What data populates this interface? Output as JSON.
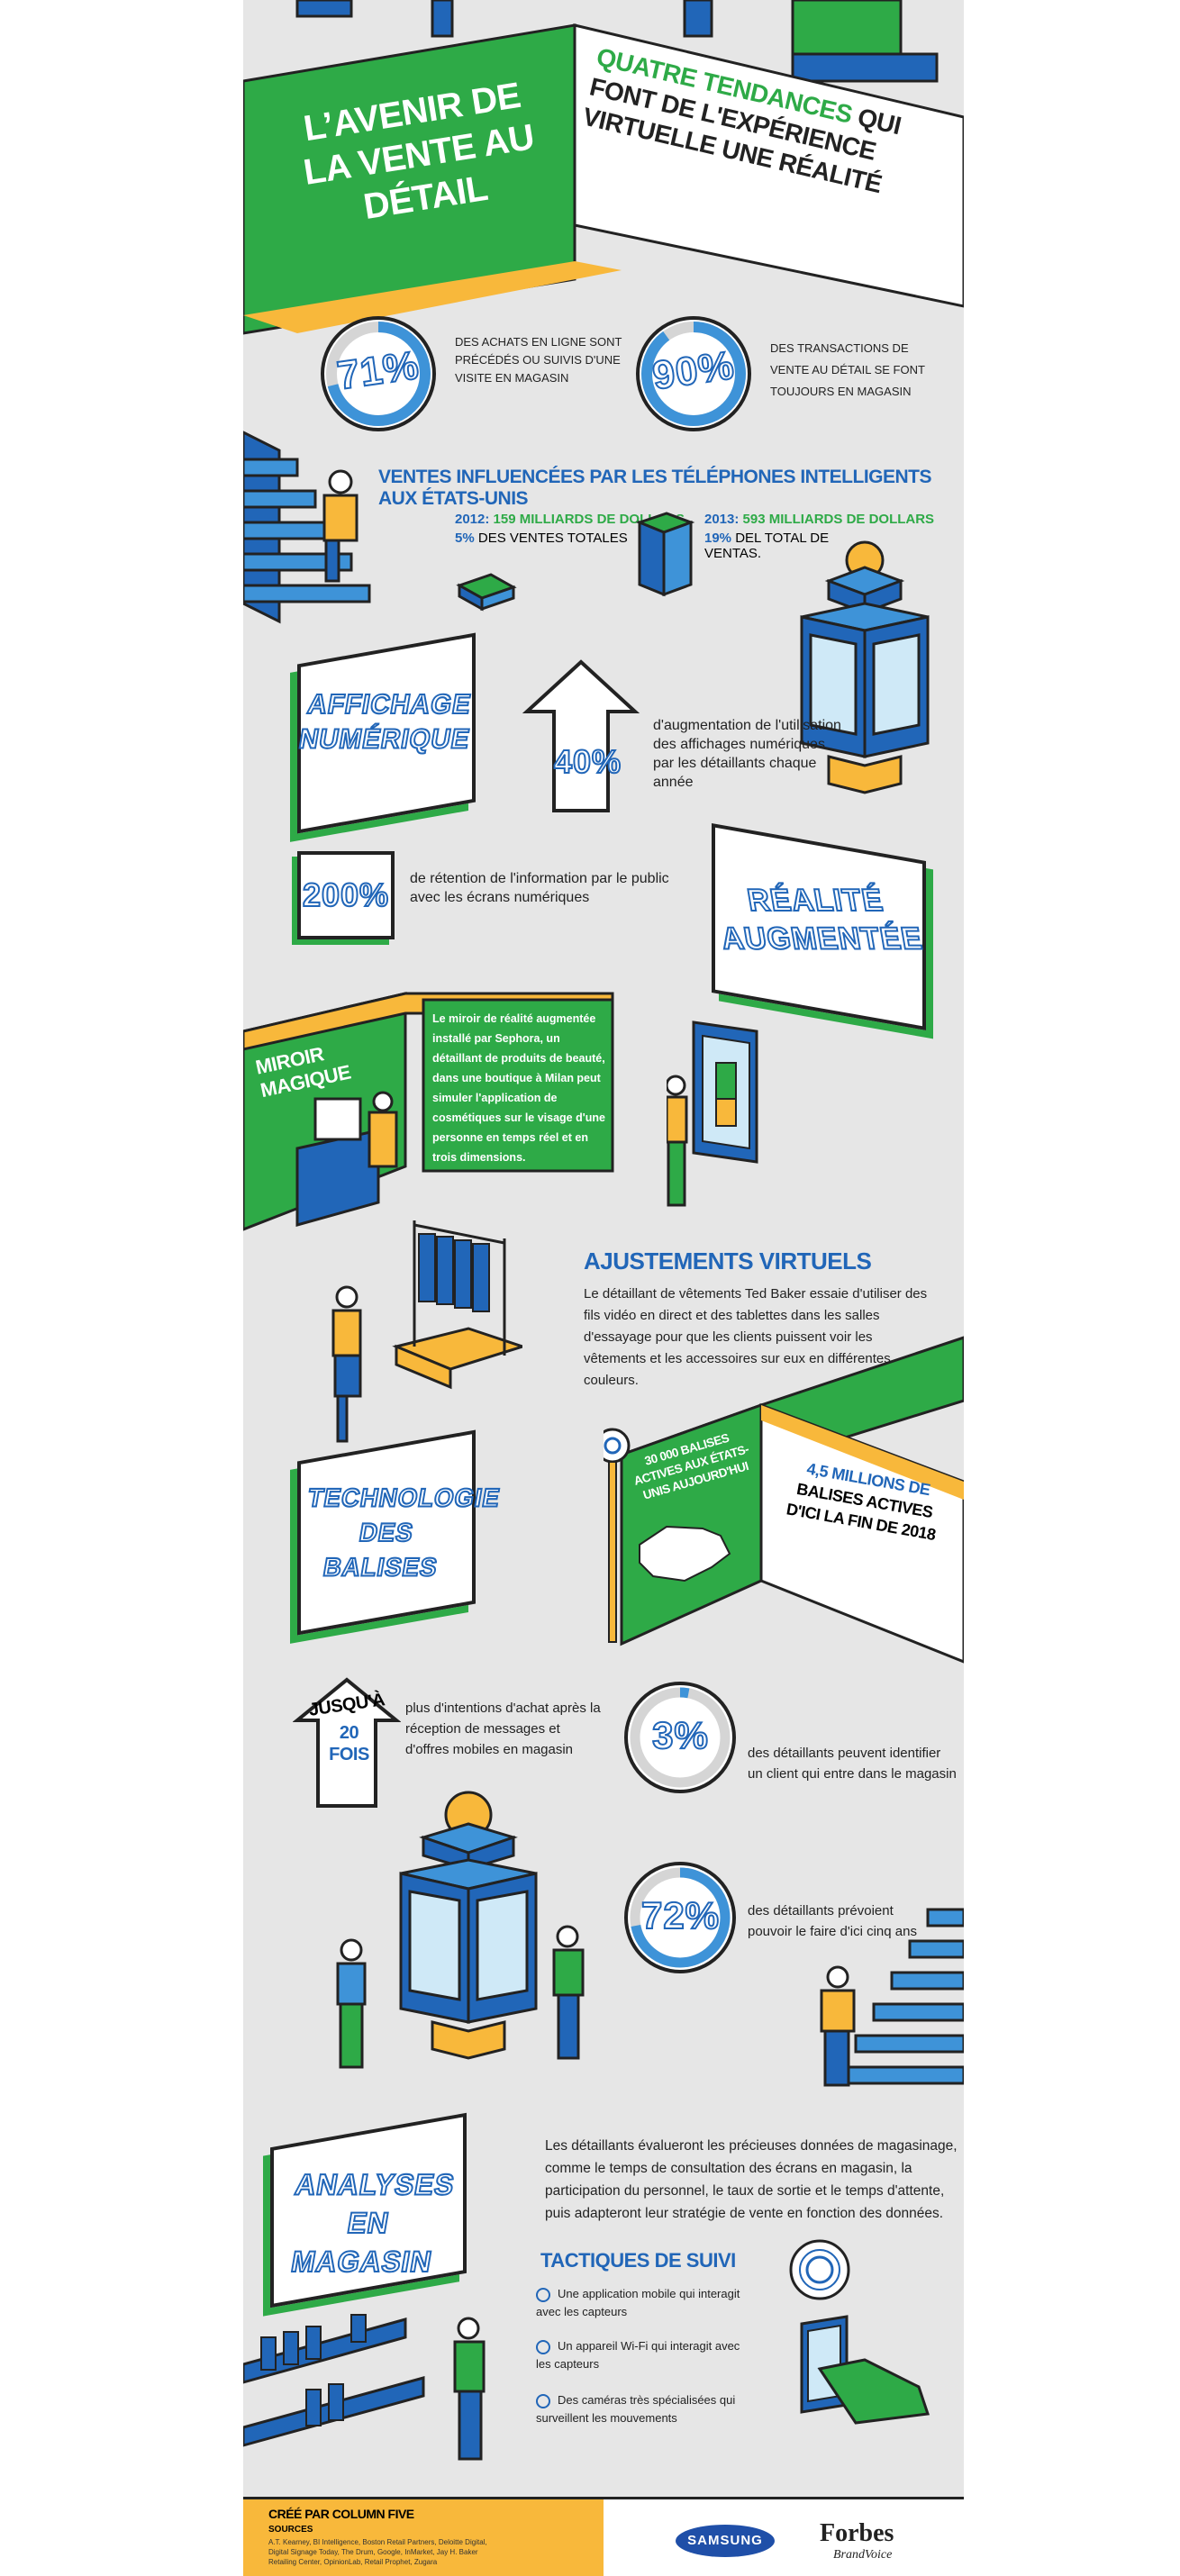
{
  "header": {
    "title_left": "L’AVENIR DE LA VENTE AU DÉTAIL",
    "title_right_highlight": "QUATRE TENDANCES",
    "title_right_rest": "QUI FONT DE L'EXPÉRIENCE VIRTUELLE UNE RÉALITÉ"
  },
  "stats_top": [
    {
      "value": "71%",
      "percent": 71,
      "text": "DES ACHATS EN LIGNE SONT PRÉCÉDÉS OU SUIVIS D'UNE VISITE EN MAGASIN"
    },
    {
      "value": "90%",
      "percent": 90,
      "text": "DES TRANSACTIONS DE VENTE AU DÉTAIL SE FONT TOUJOURS EN MAGASIN"
    }
  ],
  "smartphones": {
    "title": "VENTES INFLUENCÉES PAR LES TÉLÉPHONES INTELLIGENTS AUX ÉTATS-UNIS",
    "y2012_label": "2012:",
    "y2012_amount": "159 MILLIARDS DE DOLLARS",
    "y2012_pct": "5%",
    "y2012_text": "DES VENTES TOTALES",
    "y2013_label": "2013:",
    "y2013_amount": "593 MILLIARDS DE DOLLARS",
    "y2013_pct": "19%",
    "y2013_text": "DEL TOTAL DE VENTAS."
  },
  "digital_signage": {
    "title": "AFFICHAGE NUMÉRIQUE",
    "increase_value": "40%",
    "increase_text": "d'augmentation de l'utilisation des affichages numériques par les détaillants chaque année",
    "retention_value": "200%",
    "retention_text": "de rétention de l'information par le public avec les écrans numériques"
  },
  "augmented_reality": {
    "title": "RÉALITÉ AUGMENTÉE",
    "mirror_title": "MIROIR MAGIQUE",
    "mirror_text": "Le miroir de réalité augmentée installé par Sephora, un détaillant de produits de beauté, dans une boutique à Milan peut simuler l'application de cosmétiques sur le visage d'une personne en temps réel et en trois dimensions.",
    "fitting_title": "AJUSTEMENTS VIRTUELS",
    "fitting_text": "Le détaillant de vêtements Ted Baker essaie d'utiliser des fils vidéo en direct et des tablettes dans les salles d'essayage pour que les clients puissent voir les vêtements et les accessoires sur eux en différentes couleurs."
  },
  "beacons": {
    "title": "TECHNOLOGIE DES BALISES",
    "active_now": "30 000 BALISES ACTIVES AUX ÉTATS-UNIS AUJOURD'HUI",
    "by_2018_highlight": "4,5 MILLIONS DE",
    "by_2018_rest": "BALISES ACTIVES D'ICI LA FIN DE 2018",
    "up_to_label": "JUSQU'À",
    "up_to_value": "20 FOIS",
    "up_to_text": "plus d'intentions d'achat après la réception de messages et d'offres mobiles en magasin",
    "stat3_value": "3%",
    "stat3_percent": 3,
    "stat3_text": "des détaillants peuvent identifier un client qui entre dans le magasin",
    "stat72_value": "72%",
    "stat72_percent": 72,
    "stat72_text": "des détaillants prévoient pouvoir le faire d'ici cinq ans"
  },
  "analytics": {
    "title": "ANALYSES EN MAGASIN",
    "intro": "Les détaillants évalueront les précieuses données de magasinage, comme le temps de consultation des écrans en magasin, la participation du personnel, le taux de sortie et le temps d'attente, puis adapteront leur stratégie de vente en fonction des données.",
    "tactics_title": "TACTIQUES DE SUIVI",
    "tactics": [
      "Une application mobile qui interagit avec les capteurs",
      "Un appareil Wi-Fi qui interagit avec les capteurs",
      "Des caméras très spécialisées qui surveillent les mouvements"
    ]
  },
  "footer": {
    "created_by": "CRÉÉ PAR COLUMN FIVE",
    "sources_label": "SOURCES",
    "sources": "A.T. Kearney, BI Intelligence, Boston Retail Partners, Deloitte Digital, Digital Signage Today, The Drum, Google, InMarket, Jay H. Baker Retailing Center, OpinionLab, Retail Prophet, Zugara",
    "brand1": "SAMSUNG",
    "brand2": "Forbes",
    "brand2_sub": "BrandVoice"
  },
  "colors": {
    "green": "#2eaa47",
    "blue": "#2166b8",
    "yellow": "#f8b83b",
    "light_blue": "#3e93d8"
  }
}
